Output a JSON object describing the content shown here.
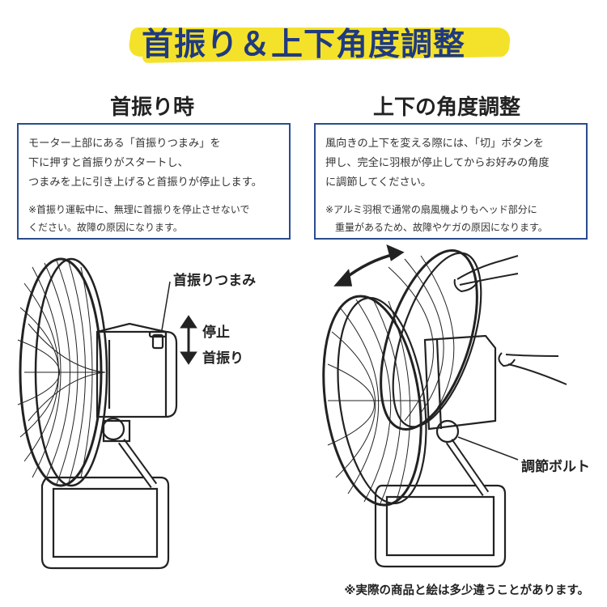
{
  "main_title": "首振り＆上下角度調整",
  "left": {
    "heading": "首振り時",
    "body_lines": [
      "モーター上部にある「首振りつまみ」を",
      "下に押すと首振りがスタートし、",
      "つまみを上に引き上げると首振りが停止します。"
    ],
    "note_lines": [
      "※首振り運転中に、無理に首振りを停止させないで",
      "ください。故障の原因になります。"
    ],
    "labels": {
      "knob": "首振りつまみ",
      "stop": "停止",
      "oscillate": "首振り"
    }
  },
  "right": {
    "heading": "上下の角度調整",
    "body_lines": [
      "風向きの上下を変える際には、「切」ボタンを",
      "押し、完全に羽根が停止してからお好みの角度",
      "に調節してください。"
    ],
    "note_lines": [
      "※アルミ羽根で通常の扇風機よりもヘッド部分に",
      "　重量があるため、故障やケガの原因になります。"
    ],
    "labels": {
      "bolt": "調節ボルト"
    }
  },
  "footer": "※実際の商品と絵は多少違うことがあります。",
  "colors": {
    "title": "#1f3a80",
    "highlight": "#f4e22a",
    "box_border": "#2a4b8f"
  }
}
